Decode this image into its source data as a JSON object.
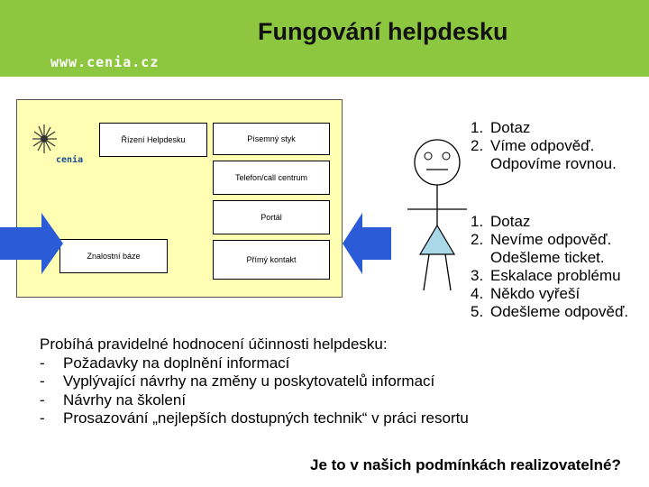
{
  "header": {
    "title": "Fungování helpdesku",
    "url": "www.cenia.cz",
    "background_color": "#8dc63f"
  },
  "diagram": {
    "logo_text": "cenia",
    "boxes": {
      "rizeni": "Řízení Helpdesku",
      "pisemny": "Písemný styk",
      "telefon": "Telefon/call centrum",
      "portal": "Portál",
      "znalostni": "Znalostní báze",
      "primy": "Přímý kontakt"
    },
    "panel_color": "#ffffb4",
    "arrow_color": "#2c5bd8"
  },
  "list1": [
    {
      "n": "1.",
      "t": "Dotaz"
    },
    {
      "n": "2.",
      "t": "Víme odpověď.\nOdpovíme rovnou."
    }
  ],
  "list2": [
    {
      "n": "1.",
      "t": "Dotaz"
    },
    {
      "n": "2.",
      "t": "Nevíme odpověď.\nOdešleme ticket."
    },
    {
      "n": "3.",
      "t": "Eskalace problému"
    },
    {
      "n": "4.",
      "t": "Někdo vyřeší"
    },
    {
      "n": "5.",
      "t": "Odešleme odpověď."
    }
  ],
  "bottom": {
    "intro": "Probíhá pravidelné hodnocení účinnosti helpdesku:",
    "dash": "-",
    "items": [
      "Požadavky na doplnění informací",
      "Vyplývající návrhy na změny u poskytovatelů informací",
      "Návrhy na školení",
      "Prosazování „nejlepších dostupných technik“ v práci resortu"
    ]
  },
  "question": "Je to v našich podmínkách realizovatelné?"
}
